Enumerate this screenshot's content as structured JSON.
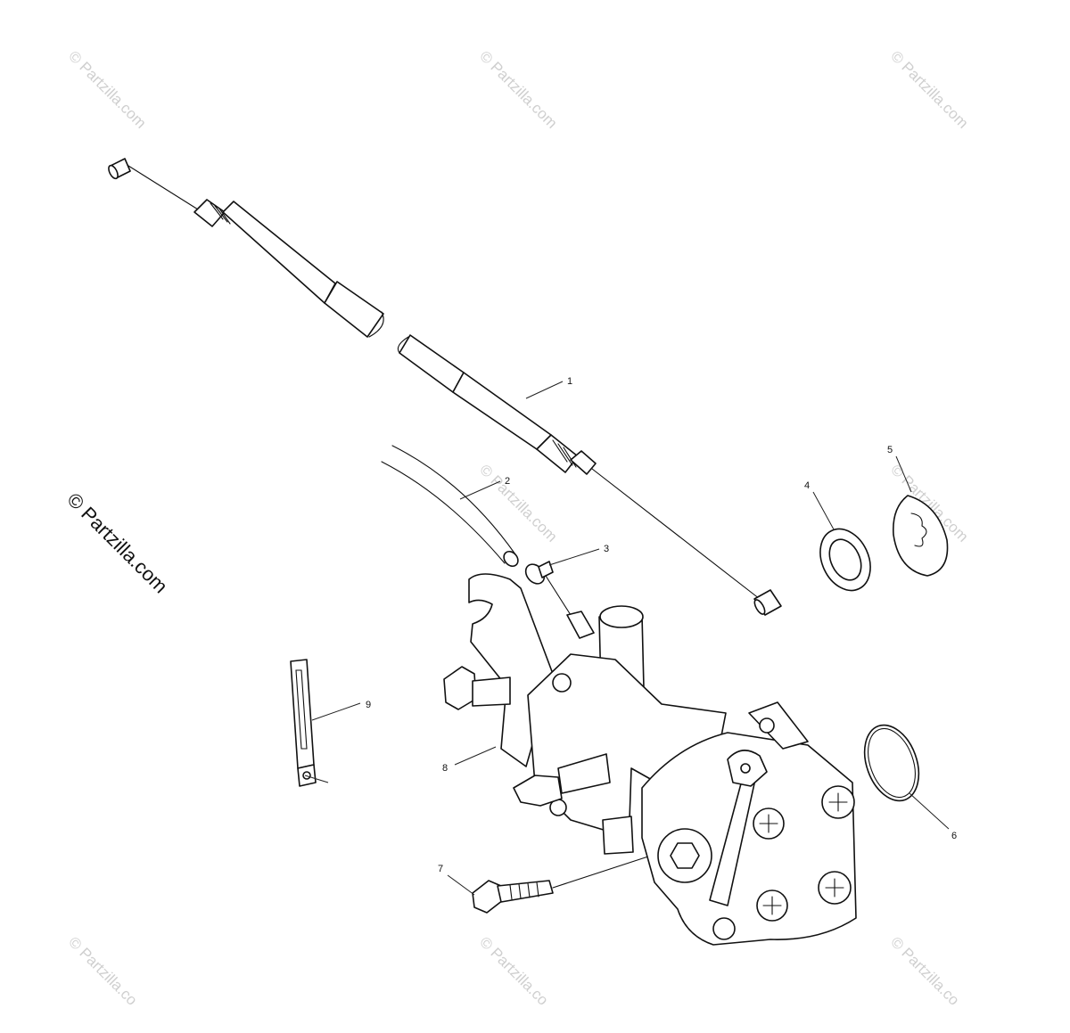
{
  "watermarks": {
    "corner_text": "© Partzilla.com",
    "corner_text_cut": "© Partzilla.co",
    "main_text": "© Partzilla.com"
  },
  "callouts": [
    "1",
    "2",
    "3",
    "4",
    "5",
    "6",
    "7",
    "8",
    "9"
  ]
}
